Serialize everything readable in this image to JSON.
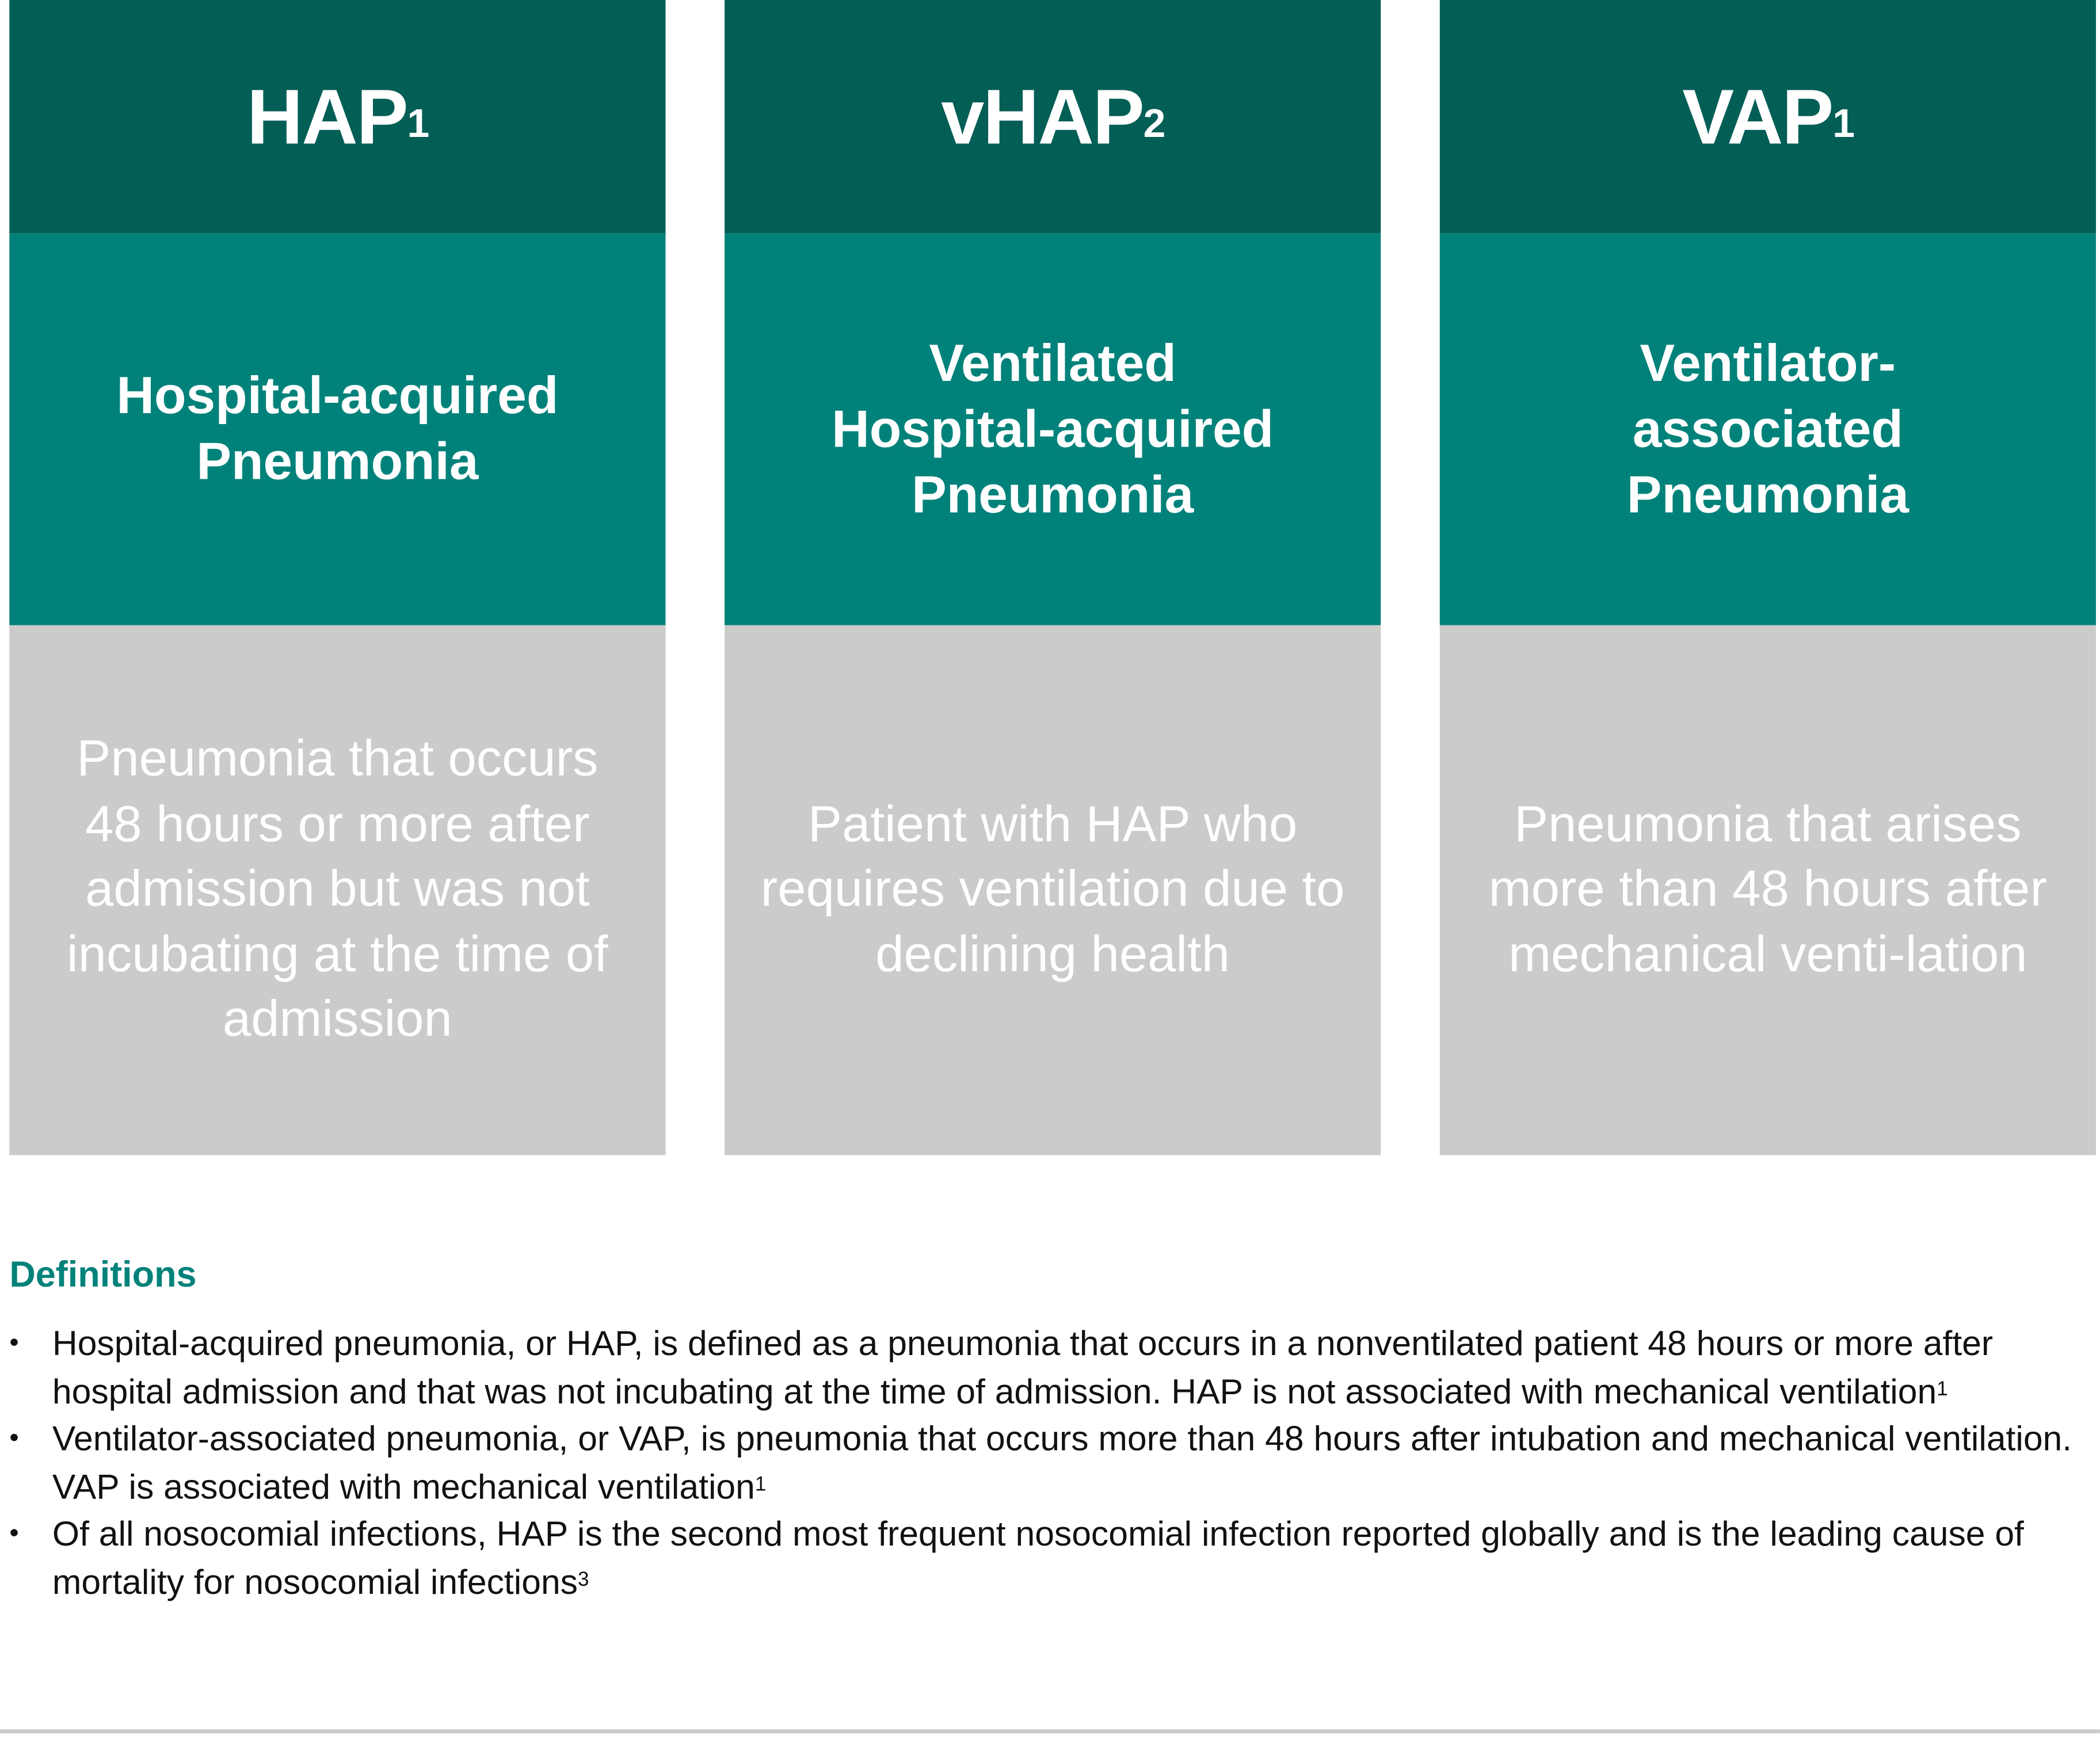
{
  "colors": {
    "header": "#035e56",
    "subheader": "#00827a",
    "body": "#cccbca",
    "heading": "#00827a"
  },
  "columns": [
    {
      "abbr": "HAP",
      "ref": "1",
      "name": "Hospital-acquired Pneumonia",
      "description": "Pneumonia that occurs 48 hours or more after admission but was not incubating at the time of admission"
    },
    {
      "abbr": "vHAP",
      "ref": "2",
      "name": "Ventilated Hospital-acquired Pneumonia",
      "description": "Patient with HAP who requires ventilation due to declining health"
    },
    {
      "abbr": "VAP",
      "ref": "1",
      "name": "Ventilator-associated Pneumonia",
      "description": "Pneumonia that arises more than 48 hours after mechanical venti-lation"
    }
  ],
  "definitions": {
    "title": "Definitions",
    "bullet": "•",
    "items": [
      {
        "text": "Hospital-acquired pneumonia, or HAP, is defined as a pneumonia that occurs in a nonventilated patient 48 hours or more after hospital admission and that was not incubating at the time of admission. HAP is not associated with mechanical ventilation",
        "ref": "1"
      },
      {
        "text": "Ventilator-associated pneumonia, or VAP, is pneumonia that occurs more than 48 hours after intubation and mechanical ventilation. VAP is associated with mechanical ventilation",
        "ref": "1"
      },
      {
        "text": "Of all nosocomial infections, HAP is the second most frequent nosocomial infection reported globally and is the leading cause of mortality for nosocomial infections",
        "ref": "3"
      }
    ]
  }
}
